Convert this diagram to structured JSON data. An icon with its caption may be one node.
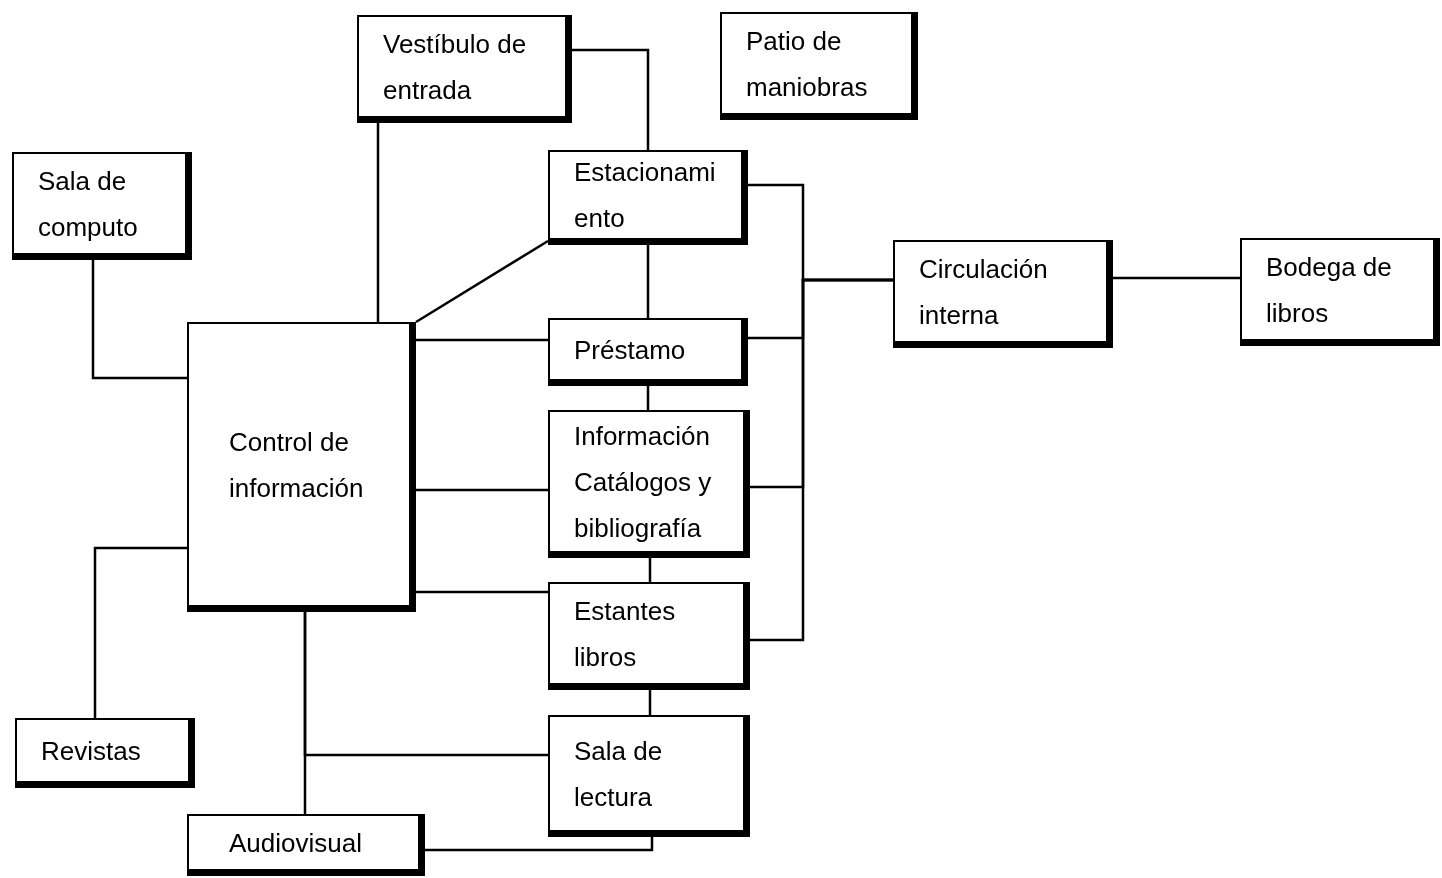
{
  "diagram": {
    "nodes": [
      {
        "text": [
          "Vestíbulo de entrada"
        ]
      },
      {
        "text": [
          "Patio de maniobras"
        ]
      },
      {
        "text": [
          "Sala de computo"
        ]
      },
      {
        "text": [
          "Estacionami ento"
        ]
      },
      {
        "text": [
          "Circulación interna"
        ]
      },
      {
        "text": [
          "Bodega de libros"
        ]
      },
      {
        "text": [
          "Control de información"
        ]
      },
      {
        "text": [
          "Préstamo"
        ]
      },
      {
        "text": [
          "Información Catálogos y bibliografía"
        ]
      },
      {
        "text": [
          "Estantes libros"
        ]
      },
      {
        "text": [
          "Revistas"
        ]
      },
      {
        "text": [
          "Sala de lectura"
        ]
      },
      {
        "text": [
          "Audiovisual"
        ]
      }
    ],
    "edges": [
      {
        "from": 0,
        "to": 3,
        "arrow": "none"
      },
      {
        "from": 0,
        "to": 6,
        "arrow": "none"
      },
      {
        "from": 2,
        "to": 6,
        "arrow": "none"
      },
      {
        "from": 3,
        "to": 6,
        "arrow": "none"
      },
      {
        "from": 3,
        "to": 7,
        "arrow": "none"
      },
      {
        "from": 3,
        "to": 4,
        "arrow": "none"
      },
      {
        "from": 7,
        "to": 4,
        "arrow": "none"
      },
      {
        "from": 8,
        "to": 4,
        "arrow": "none"
      },
      {
        "from": 9,
        "to": 4,
        "arrow": "none"
      },
      {
        "from": 4,
        "to": 5,
        "arrow": "none"
      },
      {
        "from": 6,
        "to": 7,
        "arrow": "none"
      },
      {
        "from": 6,
        "to": 8,
        "arrow": "none"
      },
      {
        "from": 6,
        "to": 9,
        "arrow": "none"
      },
      {
        "from": 7,
        "to": 8,
        "arrow": "none"
      },
      {
        "from": 8,
        "to": 9,
        "arrow": "none"
      },
      {
        "from": 9,
        "to": 11,
        "arrow": "none"
      },
      {
        "from": 10,
        "to": 6,
        "arrow": "none"
      },
      {
        "from": 6,
        "to": 12,
        "arrow": "none"
      },
      {
        "from": 6,
        "to": 11,
        "arrow": "none"
      },
      {
        "from": 12,
        "to": 11,
        "arrow": "none"
      }
    ]
  }
}
